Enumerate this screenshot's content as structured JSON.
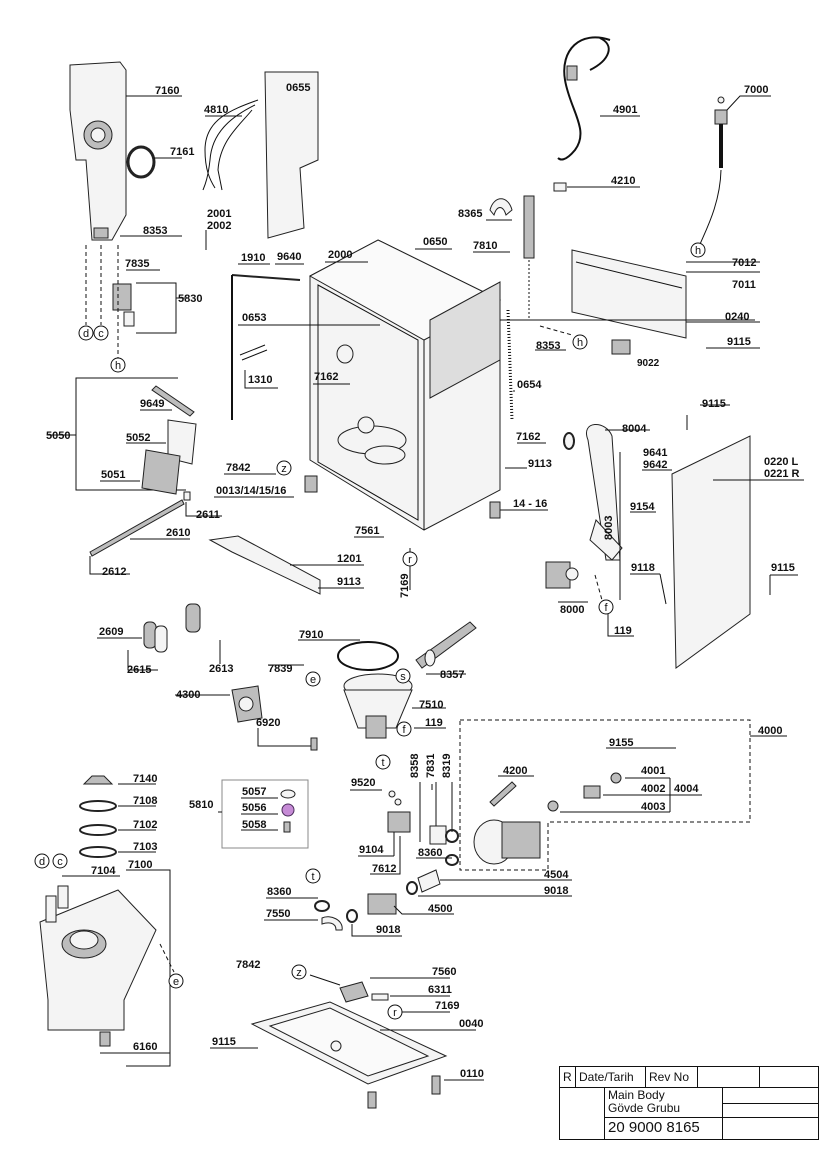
{
  "labels": {
    "l7160": "7160",
    "l4810": "4810",
    "l0655": "0655",
    "l4901": "4901",
    "l7000": "7000",
    "l7161": "7161",
    "l4210": "4210",
    "l8353a": "8353",
    "l2001": "2001",
    "l2002": "2002",
    "l8365": "8365",
    "l0650": "0650",
    "l7810": "7810",
    "l7012": "7012",
    "l1910": "1910",
    "l9640": "9640",
    "l2000": "2000",
    "l7835": "7835",
    "l7011": "7011",
    "l5830": "5830",
    "l0653": "0653",
    "l0240": "0240",
    "l8353b": "8353",
    "l9115a": "9115",
    "l9022": "9022",
    "l1310": "1310",
    "l7162a": "7162",
    "l0654": "0654",
    "l9649": "9649",
    "l5050": "5050",
    "l5052": "5052",
    "l7162b": "7162",
    "l8004": "8004",
    "l9115b": "9115",
    "l9113a": "9113",
    "l9641": "9641",
    "l9642": "9642",
    "l0220": "0220 L",
    "l0221": "0221 R",
    "l7842a": "7842",
    "l5051": "5051",
    "l0013": "0013/14/15/16",
    "l1416": "14 - 16",
    "l8003": "8003",
    "l9154": "9154",
    "l2611": "2611",
    "l7561": "7561",
    "l2610": "2610",
    "l1201": "1201",
    "l7169a": "7169",
    "l9118": "9118",
    "l9115c": "9115",
    "l2612": "2612",
    "l9113b": "9113",
    "l8000": "8000",
    "l119a": "119",
    "l2609": "2609",
    "l7910": "7910",
    "l2615": "2615",
    "l2613": "2613",
    "l7839": "7839",
    "l8357": "8357",
    "l4300": "4300",
    "l7510": "7510",
    "l6920": "6920",
    "l119b": "119",
    "l4000": "4000",
    "l9155": "9155",
    "l8358": "8358",
    "l7831": "7831",
    "l8319": "8319",
    "l4200": "4200",
    "l7140": "7140",
    "l9520": "9520",
    "l4001": "4001",
    "l5057": "5057",
    "l4002": "4002",
    "l4004": "4004",
    "l7108": "7108",
    "l5810": "5810",
    "l5056": "5056",
    "l4003": "4003",
    "l5058": "5058",
    "l7102": "7102",
    "l9104": "9104",
    "l8360a": "8360",
    "l7103": "7103",
    "l7100": "7100",
    "l7104": "7104",
    "l7612": "7612",
    "l4504": "4504",
    "l9018a": "9018",
    "l8360b": "8360",
    "l4500": "4500",
    "l7550": "7550",
    "l9018b": "9018",
    "l7842b": "7842",
    "l7560": "7560",
    "l6311": "6311",
    "l7169b": "7169",
    "l0040": "0040",
    "l9115d": "9115",
    "l6160": "6160",
    "l0110": "0110"
  },
  "callouts": {
    "d1": "d",
    "c1": "c",
    "h1": "h",
    "h2": "h",
    "h3": "h",
    "z1": "z",
    "r1": "r",
    "f1": "f",
    "e1": "e",
    "s1": "s",
    "f2": "f",
    "t1": "t",
    "t2": "t",
    "d2": "d",
    "c2": "c",
    "e2": "e",
    "z2": "z",
    "r2": "r"
  },
  "title_block": {
    "r": "R",
    "date": "Date/Tarih",
    "rev": "Rev No",
    "name_en": "Main Body",
    "name_tr": "Gövde Grubu",
    "number": "20 9000 8165"
  }
}
